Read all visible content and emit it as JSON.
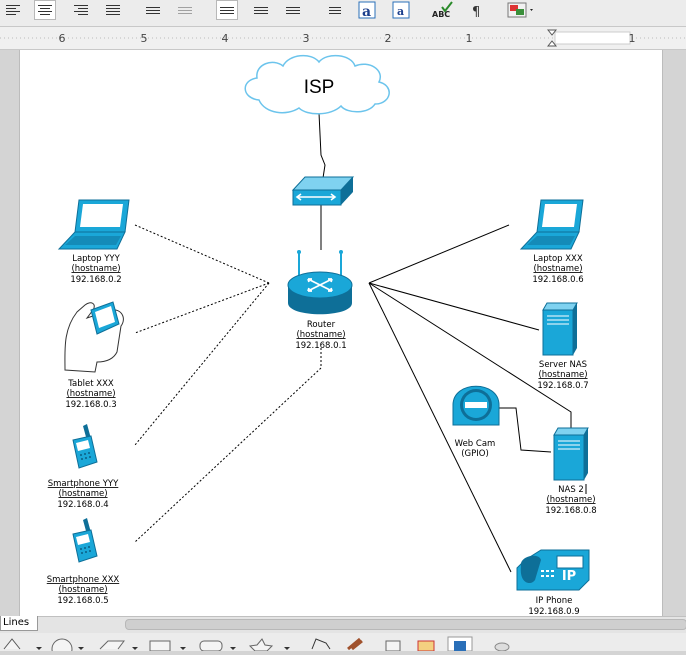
{
  "ruler": {
    "marks": [
      "6",
      "5",
      "4",
      "3",
      "2",
      "1",
      "1"
    ]
  },
  "statusbar": {
    "tab_label": "Lines"
  },
  "toolbar": {
    "abc_label": "ABC"
  },
  "diagram": {
    "isp": {
      "label": "ISP"
    },
    "router": {
      "line1": "Router",
      "line2": "(hostname)",
      "line3": "192.168.0.1"
    },
    "laptop_yyy": {
      "line1": "Laptop YYY",
      "line2": "(hostname)",
      "line3": "192.168.0.2"
    },
    "tablet_xxx": {
      "line1": "Tablet XXX",
      "line2": "(hostname)",
      "line3": "192.168.0.3"
    },
    "smartphone_yyy": {
      "line1": "Smartphone YYY",
      "line2": "(hostname)",
      "line3": "192.168.0.4"
    },
    "smartphone_xxx": {
      "line1": "Smartphone XXX",
      "line2": "(hostname)",
      "line3": "192.168.0.5"
    },
    "laptop_xxx": {
      "line1": "Laptop XXX",
      "line2": "(hostname)",
      "line3": "192.168.0.6"
    },
    "server_nas": {
      "line1": "Server NAS",
      "line2": "(hostname)",
      "line3": "192.168.0.7"
    },
    "nas2": {
      "line1": "NAS 2",
      "line2": "(hostname)",
      "line3": "192.168.0.8"
    },
    "webcam": {
      "line1": "Web Cam",
      "line2": "(GPIO)"
    },
    "ipphone": {
      "line1": "IP Phone",
      "line2": "192.168.0.9",
      "screen_text": "IP"
    }
  },
  "colors": {
    "device": "#1aa7d8",
    "device_dark": "#0e6f98",
    "spellcheck": "#cc0000"
  }
}
